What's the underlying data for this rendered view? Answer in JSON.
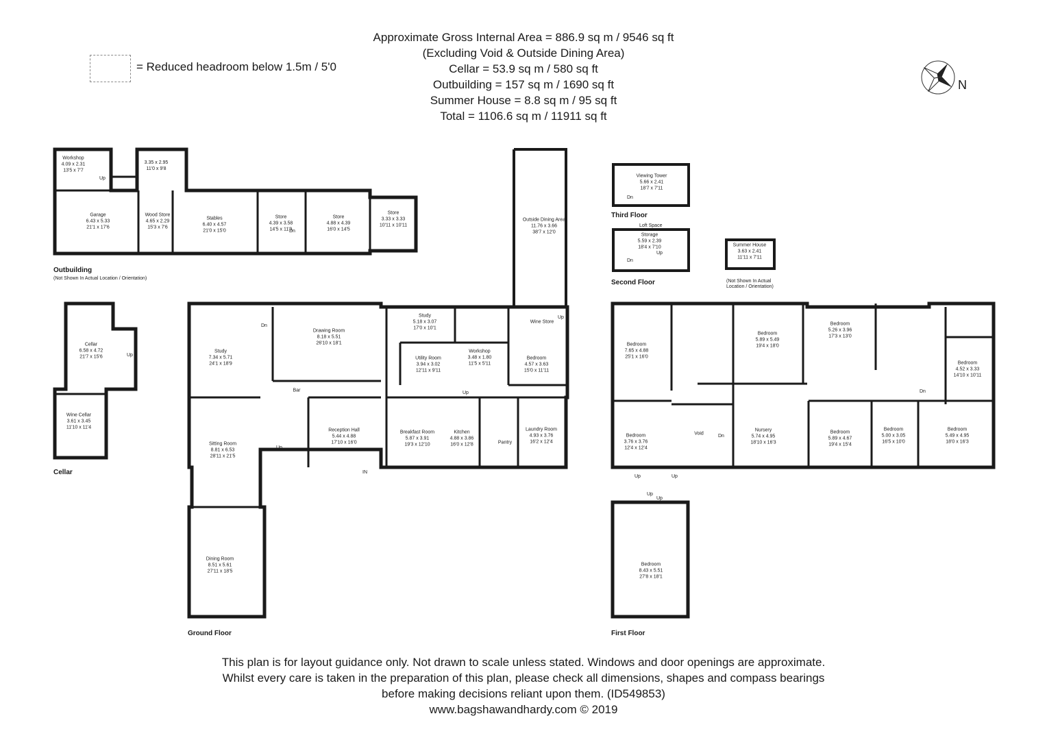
{
  "header": {
    "lines": [
      "Approximate Gross Internal Area = 886.9 sq m / 9546 sq ft",
      "(Excluding Void & Outside Dining Area)",
      "Cellar = 53.9 sq m / 580 sq ft",
      "Outbuilding = 157 sq m / 1690 sq ft",
      "Summer House = 8.8 sq m / 95 sq ft",
      "Total = 1106.6 sq m / 11911 sq ft"
    ]
  },
  "legend": {
    "text": "= Reduced headroom below 1.5m / 5'0"
  },
  "compass": {
    "label": "N"
  },
  "floors": {
    "outbuilding": "Outbuilding",
    "outbuilding_note": "(Not Shown In Actual Location / Orientation)",
    "cellar": "Cellar",
    "ground": "Ground Floor",
    "first": "First Floor",
    "second": "Second Floor",
    "third": "Third Floor",
    "summer_note_1": "(Not Shown In Actual",
    "summer_note_2": "Location / Orientation)",
    "loft": "Loft Space"
  },
  "rooms": [
    {
      "name": "Workshop",
      "m": "4.09 x 2.31",
      "ft": "13'5 x 7'7"
    },
    {
      "name": "",
      "m": "3.35 x 2.95",
      "ft": "11'0 x 9'8"
    },
    {
      "name": "Garage",
      "m": "6.43 x 5.33",
      "ft": "21'1 x 17'6"
    },
    {
      "name": "Wood Store",
      "m": "4.65 x 2.29",
      "ft": "15'3 x 7'6"
    },
    {
      "name": "Stables",
      "m": "6.40 x 4.57",
      "ft": "21'0 x 15'0"
    },
    {
      "name": "Store",
      "m": "4.39 x 3.58",
      "ft": "14'5 x 11'9"
    },
    {
      "name": "Store",
      "m": "4.88 x 4.39",
      "ft": "16'0 x 14'5"
    },
    {
      "name": "Store",
      "m": "3.33 x 3.33",
      "ft": "10'11 x 10'11"
    },
    {
      "name": "Outside Dining Area",
      "m": "11.76 x 3.66",
      "ft": "38'7 x 12'0"
    },
    {
      "name": "Cellar",
      "m": "6.58 x 4.72",
      "ft": "21'7 x 15'6"
    },
    {
      "name": "Wine Cellar",
      "m": "3.61 x 3.45",
      "ft": "11'10 x 11'4"
    },
    {
      "name": "Study",
      "m": "7.34 x 5.71",
      "ft": "24'1 x 18'9"
    },
    {
      "name": "Drawing Room",
      "m": "8.18 x 5.51",
      "ft": "26'10 x 18'1"
    },
    {
      "name": "Study",
      "m": "5.18 x 3.07",
      "ft": "17'0 x 10'1"
    },
    {
      "name": "Utility Room",
      "m": "3.94 x 3.02",
      "ft": "12'11 x 9'11"
    },
    {
      "name": "Workshop",
      "m": "3.48 x 1.80",
      "ft": "11'5 x 5'11"
    },
    {
      "name": "Wine Store",
      "m": "",
      "ft": ""
    },
    {
      "name": "Bedroom",
      "m": "4.57 x 3.63",
      "ft": "15'0 x 11'11"
    },
    {
      "name": "Bar",
      "m": "",
      "ft": ""
    },
    {
      "name": "Reception Hall",
      "m": "5.44 x 4.88",
      "ft": "17'10 x 16'0"
    },
    {
      "name": "Breakfast Room",
      "m": "5.87 x 3.91",
      "ft": "19'3 x 12'10"
    },
    {
      "name": "Kitchen",
      "m": "4.88 x 3.86",
      "ft": "16'0 x 12'8"
    },
    {
      "name": "Laundry Room",
      "m": "4.93 x 3.76",
      "ft": "16'2 x 12'4"
    },
    {
      "name": "Pantry",
      "m": "",
      "ft": ""
    },
    {
      "name": "Sitting Room",
      "m": "8.81 x 6.53",
      "ft": "28'11 x 21'5"
    },
    {
      "name": "Dining Room",
      "m": "8.51 x 5.61",
      "ft": "27'11 x 18'5"
    },
    {
      "name": "Viewing Tower",
      "m": "5.66 x 2.41",
      "ft": "18'7 x 7'11"
    },
    {
      "name": "Storage",
      "m": "5.59 x 2.39",
      "ft": "18'4 x 7'10"
    },
    {
      "name": "Summer House",
      "m": "3.63 x 2.41",
      "ft": "11'11 x 7'11"
    },
    {
      "name": "Bedroom",
      "m": "7.65 x 4.88",
      "ft": "25'1 x 16'0"
    },
    {
      "name": "Bedroom",
      "m": "5.89 x 5.49",
      "ft": "19'4 x 18'0"
    },
    {
      "name": "Bedroom",
      "m": "5.26 x 3.96",
      "ft": "17'3 x 13'0"
    },
    {
      "name": "Bedroom",
      "m": "4.52 x 3.33",
      "ft": "14'10 x 10'11"
    },
    {
      "name": "Bedroom",
      "m": "3.76 x 3.76",
      "ft": "12'4 x 12'4"
    },
    {
      "name": "Void",
      "m": "",
      "ft": ""
    },
    {
      "name": "Nursery",
      "m": "5.74 x 4.95",
      "ft": "18'10 x 16'3"
    },
    {
      "name": "Bedroom",
      "m": "5.89 x 4.67",
      "ft": "19'4 x 15'4"
    },
    {
      "name": "Bedroom",
      "m": "5.00 x 3.05",
      "ft": "16'5 x 10'0"
    },
    {
      "name": "Bedroom",
      "m": "5.49 x 4.95",
      "ft": "18'0 x 16'3"
    },
    {
      "name": "Bedroom",
      "m": "8.43 x 5.51",
      "ft": "27'8 x 18'1"
    }
  ],
  "markers": [
    "Up",
    "Dn",
    "IN"
  ],
  "footer": {
    "lines": [
      "This plan is for layout guidance only. Not drawn to scale unless stated. Windows and door openings are approximate.",
      "Whilst every care is taken in the preparation of this plan, please check all dimensions, shapes and compass bearings",
      "before making decisions reliant upon them. (ID549853)"
    ],
    "website": "www.bagshawandhardy.com",
    "copyright": "© 2019"
  }
}
